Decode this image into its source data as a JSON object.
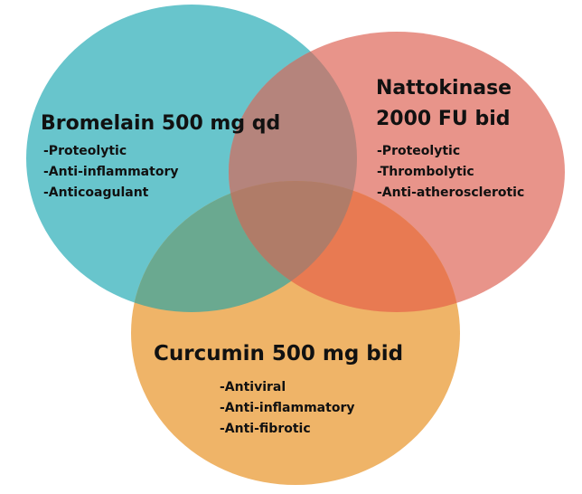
{
  "colors": {
    "bromelain": "#68c5cc",
    "nattokinase": "#e8948a",
    "curcumin": "#efb468",
    "bromelain_nattokinase": "#b5847c",
    "bromelain_curcumin": "#6aa990",
    "nattokinase_curcumin": "#e87a52",
    "all_three": "#b07c68"
  },
  "sets": {
    "bromelain": {
      "title": "Bromelain 500 mg qd",
      "items": [
        "-Proteolytic",
        "-Anti-inflammatory",
        "-Anticoagulant"
      ]
    },
    "nattokinase": {
      "title_line1": "Nattokinase",
      "title_line2": "2000 FU bid",
      "items": [
        "-Proteolytic",
        "-Thrombolytic",
        "-Anti-atherosclerotic"
      ]
    },
    "curcumin": {
      "title": "Curcumin 500 mg bid",
      "items": [
        "-Antiviral",
        "-Anti-inflammatory",
        "-Anti-fibrotic"
      ]
    }
  }
}
